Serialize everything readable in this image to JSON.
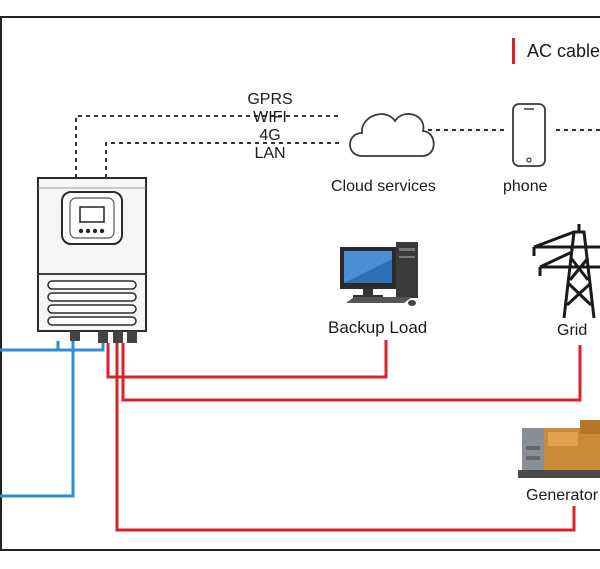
{
  "legend": {
    "ac_cable_label": "AC cable"
  },
  "comm_links": [
    "GPRS",
    "WIFI",
    "4G",
    "LAN"
  ],
  "nodes": {
    "cloud": "Cloud services",
    "phone": "phone",
    "backup_load": "Backup Load",
    "grid": "Grid",
    "generator": "Generator"
  },
  "colors": {
    "ac_cable": "#d9222a",
    "dc_cable": "#2a8fd4",
    "comm_line": "#333333",
    "frame": "#222222"
  }
}
